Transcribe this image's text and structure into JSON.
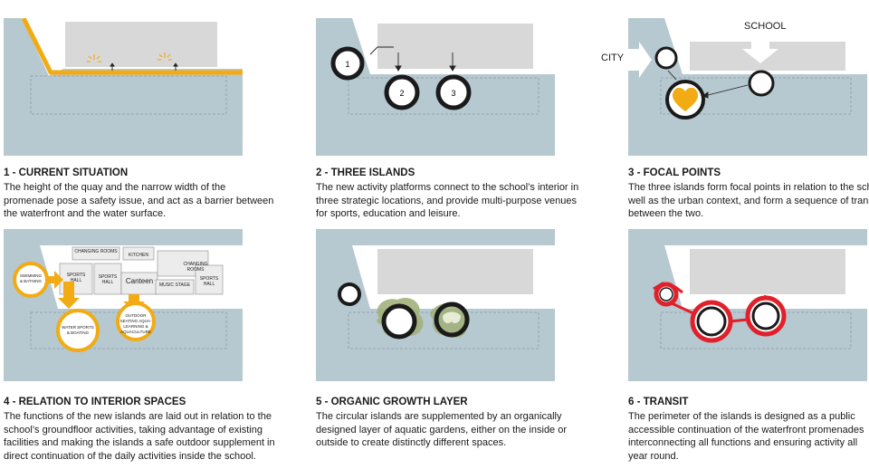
{
  "panels": [
    {
      "title": "1 - CURRENT SITUATION",
      "text": "The height of the quay and the narrow width of the promenade pose a safety issue, and act as a barrier between the waterfront and the water surface."
    },
    {
      "title": "2 - THREE ISLANDS",
      "text": "The new activity platforms connect to the school’s interior in three strategic locations, and provide multi-purpose venues for sports, education and leisure.",
      "labels": [
        "1",
        "2",
        "3"
      ]
    },
    {
      "title": "3 - FOCAL POINTS",
      "text": "The three islands form focal points in relation to the school as well as the urban context, and form a sequence of transition between the two.",
      "labels": {
        "city": "CITY",
        "school": "SCHOOL"
      }
    },
    {
      "title": "4 - RELATION TO INTERIOR SPACES",
      "text": "The functions of the new islands are laid out in relation to the school’s groundfloor activities, taking advantage of existing facilities and making the islands a safe outdoor supplement in direct continuation of the daily activities inside the school.",
      "rooms": {
        "changing1": "CHANGING ROOMS",
        "kitchen": "KITCHEN",
        "sports1": "SPORTS HALL",
        "sports2": "SPORTS HALL",
        "canteen": "Canteen",
        "music": "MUSIC STAGE",
        "changing2": "CHANGING ROOMS",
        "sports3": "SPORTS HALL"
      },
      "islands": {
        "swim": "SWIMMING & BATHING",
        "water": "WATER SPORTS & BOATING",
        "outdoor": "OUTDOOR SEATING AQUA-LEARNING & AQUACULTURE"
      }
    },
    {
      "title": "5 - ORGANIC GROWTH LAYER",
      "text": "The circular islands are supplemented by an organically designed layer of aquatic gardens, either on the inside or outside to create distinctly different spaces."
    },
    {
      "title": "6 - TRANSIT",
      "text": "The perimeter of the islands is designed as a public accessible continuation of the waterfront promenades interconnecting all functions and ensuring activity all year round."
    }
  ],
  "colors": {
    "water": "#b6c8d0",
    "building": "#d8d8d8",
    "quay": "#f2ab13",
    "transit": "#e0202a",
    "garden": "#a3b17c"
  }
}
